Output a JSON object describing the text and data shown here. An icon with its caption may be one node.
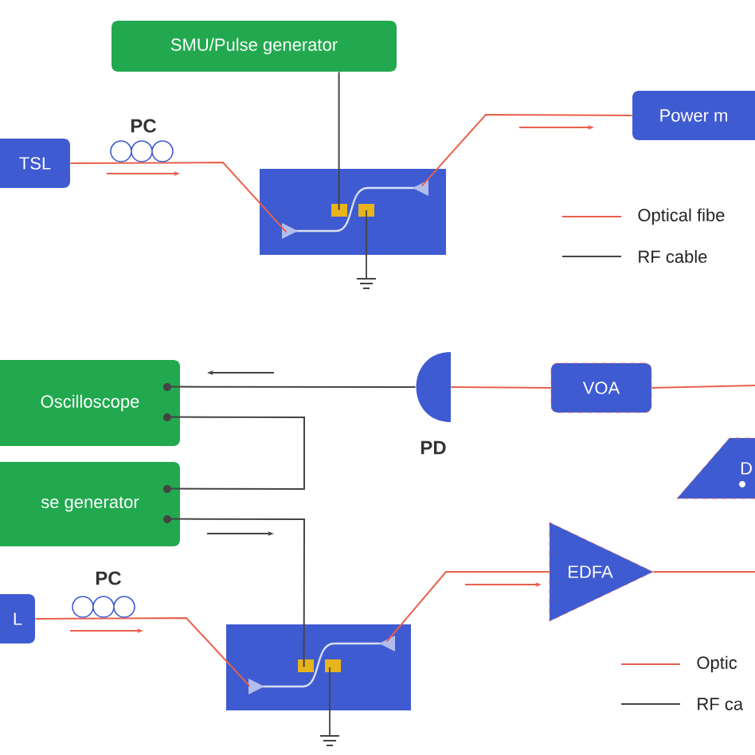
{
  "diagram": {
    "nodes": [
      {
        "text": [
          "SMU/Pulse generator"
        ]
      },
      {
        "text": [
          "TSL"
        ]
      },
      {
        "text": [],
        "shape": "box"
      },
      {
        "text": [
          "Power m"
        ]
      },
      {
        "text": [
          "Oscilloscope"
        ]
      },
      {
        "text": [],
        "shape": "semicircle",
        "beside": [
          "PD"
        ]
      },
      {
        "text": [
          "VOA"
        ]
      },
      {
        "text": [
          "se generator"
        ]
      },
      {
        "text": [
          "D"
        ]
      },
      {
        "text": [
          "L"
        ]
      },
      {
        "text": [
          "EDFA"
        ]
      },
      {
        "text": [],
        "shape": "box"
      }
    ],
    "edges": [
      {
        "from": 0,
        "to": 2,
        "arrow": "none",
        "color": "#444444"
      },
      {
        "from": 1,
        "to": 2,
        "arrow": "none"
      },
      {
        "from": 2,
        "to": 3,
        "arrow": "none"
      },
      {
        "from": 5,
        "to": 4,
        "arrow": "none",
        "color": "#444444"
      },
      {
        "from": 4,
        "to": 7,
        "arrow": "none",
        "color": "#444444"
      },
      {
        "from": 7,
        "to": 11,
        "arrow": "none",
        "color": "#444444"
      },
      {
        "from": 6,
        "to": 5,
        "arrow": "none"
      },
      {
        "from": null,
        "to": 6,
        "arrow": "none"
      },
      {
        "from": 9,
        "to": 11,
        "arrow": "none"
      },
      {
        "from": 11,
        "to": 10,
        "arrow": "none"
      },
      {
        "from": 10,
        "to": null,
        "arrow": "none"
      }
    ],
    "labels": [
      "PC",
      "PC"
    ],
    "legend": [
      {
        "text": "Optical fibe"
      },
      {
        "text": "RF cable"
      },
      {
        "text": "Optic"
      },
      {
        "text": "RF ca"
      }
    ]
  }
}
